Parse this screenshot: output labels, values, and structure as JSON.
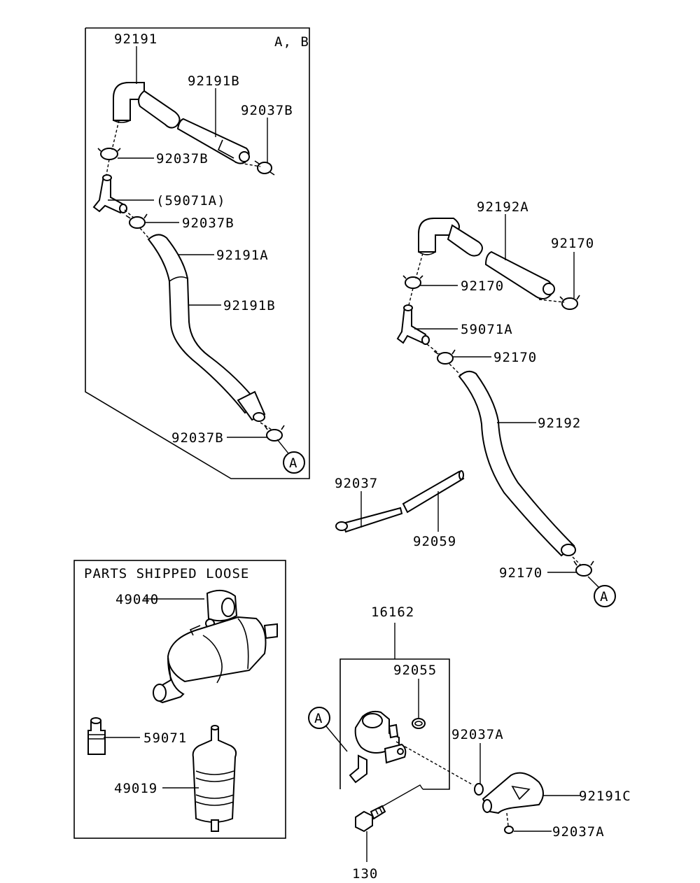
{
  "group_ab_header": "A, B",
  "loose_title": "PARTS SHIPPED LOOSE",
  "connector_letter": "A",
  "labels": {
    "p92191": "92191",
    "p92191B_top": "92191B",
    "p92037B_top_right": "92037B",
    "p92037B_left": "92037B",
    "p59071A_paren": "(59071A)",
    "p92037B_mid": "92037B",
    "p92191A": "92191A",
    "p92191B_lower": "92191B",
    "p92037B_bottom": "92037B",
    "p92192A": "92192A",
    "p92170_top_right": "92170",
    "p92170_mid_left": "92170",
    "p59071A": "59071A",
    "p92170_mid": "92170",
    "p92192": "92192",
    "p92037": "92037",
    "p92059": "92059",
    "p92170_bottom": "92170",
    "p49040": "49040",
    "p59071": "59071",
    "p49019": "49019",
    "p16162": "16162",
    "p92055": "92055",
    "p92037A_upper": "92037A",
    "p92191C": "92191C",
    "p92037A_lower": "92037A",
    "p130": "130"
  }
}
